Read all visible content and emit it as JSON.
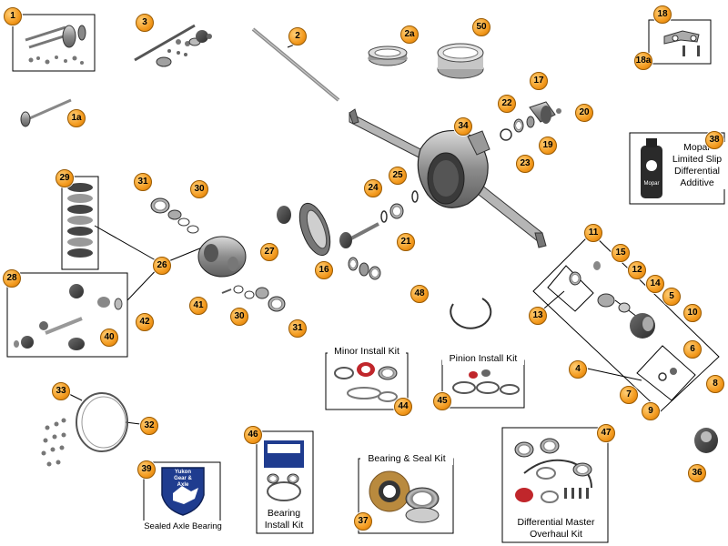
{
  "callouts": [
    {
      "id": "1",
      "label": "1"
    },
    {
      "id": "1a",
      "label": "1a"
    },
    {
      "id": "2",
      "label": "2"
    },
    {
      "id": "2a",
      "label": "2a"
    },
    {
      "id": "3",
      "label": "3"
    },
    {
      "id": "4",
      "label": "4"
    },
    {
      "id": "5",
      "label": "5"
    },
    {
      "id": "6",
      "label": "6"
    },
    {
      "id": "7",
      "label": "7"
    },
    {
      "id": "8",
      "label": "8"
    },
    {
      "id": "9",
      "label": "9"
    },
    {
      "id": "10",
      "label": "10"
    },
    {
      "id": "11",
      "label": "11"
    },
    {
      "id": "12",
      "label": "12"
    },
    {
      "id": "13",
      "label": "13"
    },
    {
      "id": "14",
      "label": "14"
    },
    {
      "id": "15",
      "label": "15"
    },
    {
      "id": "16",
      "label": "16"
    },
    {
      "id": "17",
      "label": "17"
    },
    {
      "id": "18",
      "label": "18"
    },
    {
      "id": "18a",
      "label": "18a"
    },
    {
      "id": "19",
      "label": "19"
    },
    {
      "id": "20",
      "label": "20"
    },
    {
      "id": "21",
      "label": "21"
    },
    {
      "id": "22",
      "label": "22"
    },
    {
      "id": "23",
      "label": "23"
    },
    {
      "id": "24",
      "label": "24"
    },
    {
      "id": "25",
      "label": "25"
    },
    {
      "id": "26",
      "label": "26"
    },
    {
      "id": "27",
      "label": "27"
    },
    {
      "id": "28",
      "label": "28"
    },
    {
      "id": "29",
      "label": "29"
    },
    {
      "id": "30a",
      "label": "30"
    },
    {
      "id": "30b",
      "label": "30"
    },
    {
      "id": "31a",
      "label": "31"
    },
    {
      "id": "31b",
      "label": "31"
    },
    {
      "id": "32",
      "label": "32"
    },
    {
      "id": "33",
      "label": "33"
    },
    {
      "id": "34",
      "label": "34"
    },
    {
      "id": "36",
      "label": "36"
    },
    {
      "id": "37",
      "label": "37"
    },
    {
      "id": "38",
      "label": "38"
    },
    {
      "id": "39",
      "label": "39"
    },
    {
      "id": "40",
      "label": "40"
    },
    {
      "id": "41",
      "label": "41"
    },
    {
      "id": "42",
      "label": "42"
    },
    {
      "id": "44",
      "label": "44"
    },
    {
      "id": "45",
      "label": "45"
    },
    {
      "id": "46",
      "label": "46"
    },
    {
      "id": "47",
      "label": "47"
    },
    {
      "id": "48",
      "label": "48"
    },
    {
      "id": "50",
      "label": "50"
    }
  ],
  "labels": {
    "mopar_additive": "Mopar Limited Slip Differential Additive",
    "minor_install_kit": "Minor Install Kit",
    "pinion_install_kit": "Pinion Install Kit",
    "bearing_seal_kit": "Bearing & Seal Kit",
    "bearing_install_kit": "Bearing Install Kit",
    "differential_master_kit": "Differential Master Overhaul Kit",
    "sealed_axle_bearing": "Sealed Axle Bearing",
    "yukon_logo_text": "Yukon Gear & Axle",
    "mopar_bottle_text": "Mopar"
  },
  "colors": {
    "callout_fill": "#f39a1e",
    "metal": "#9a9a9a",
    "seal_red": "#c0262b",
    "yukon_blue": "#1f3c8f",
    "seal_tan": "#b98a3e"
  }
}
